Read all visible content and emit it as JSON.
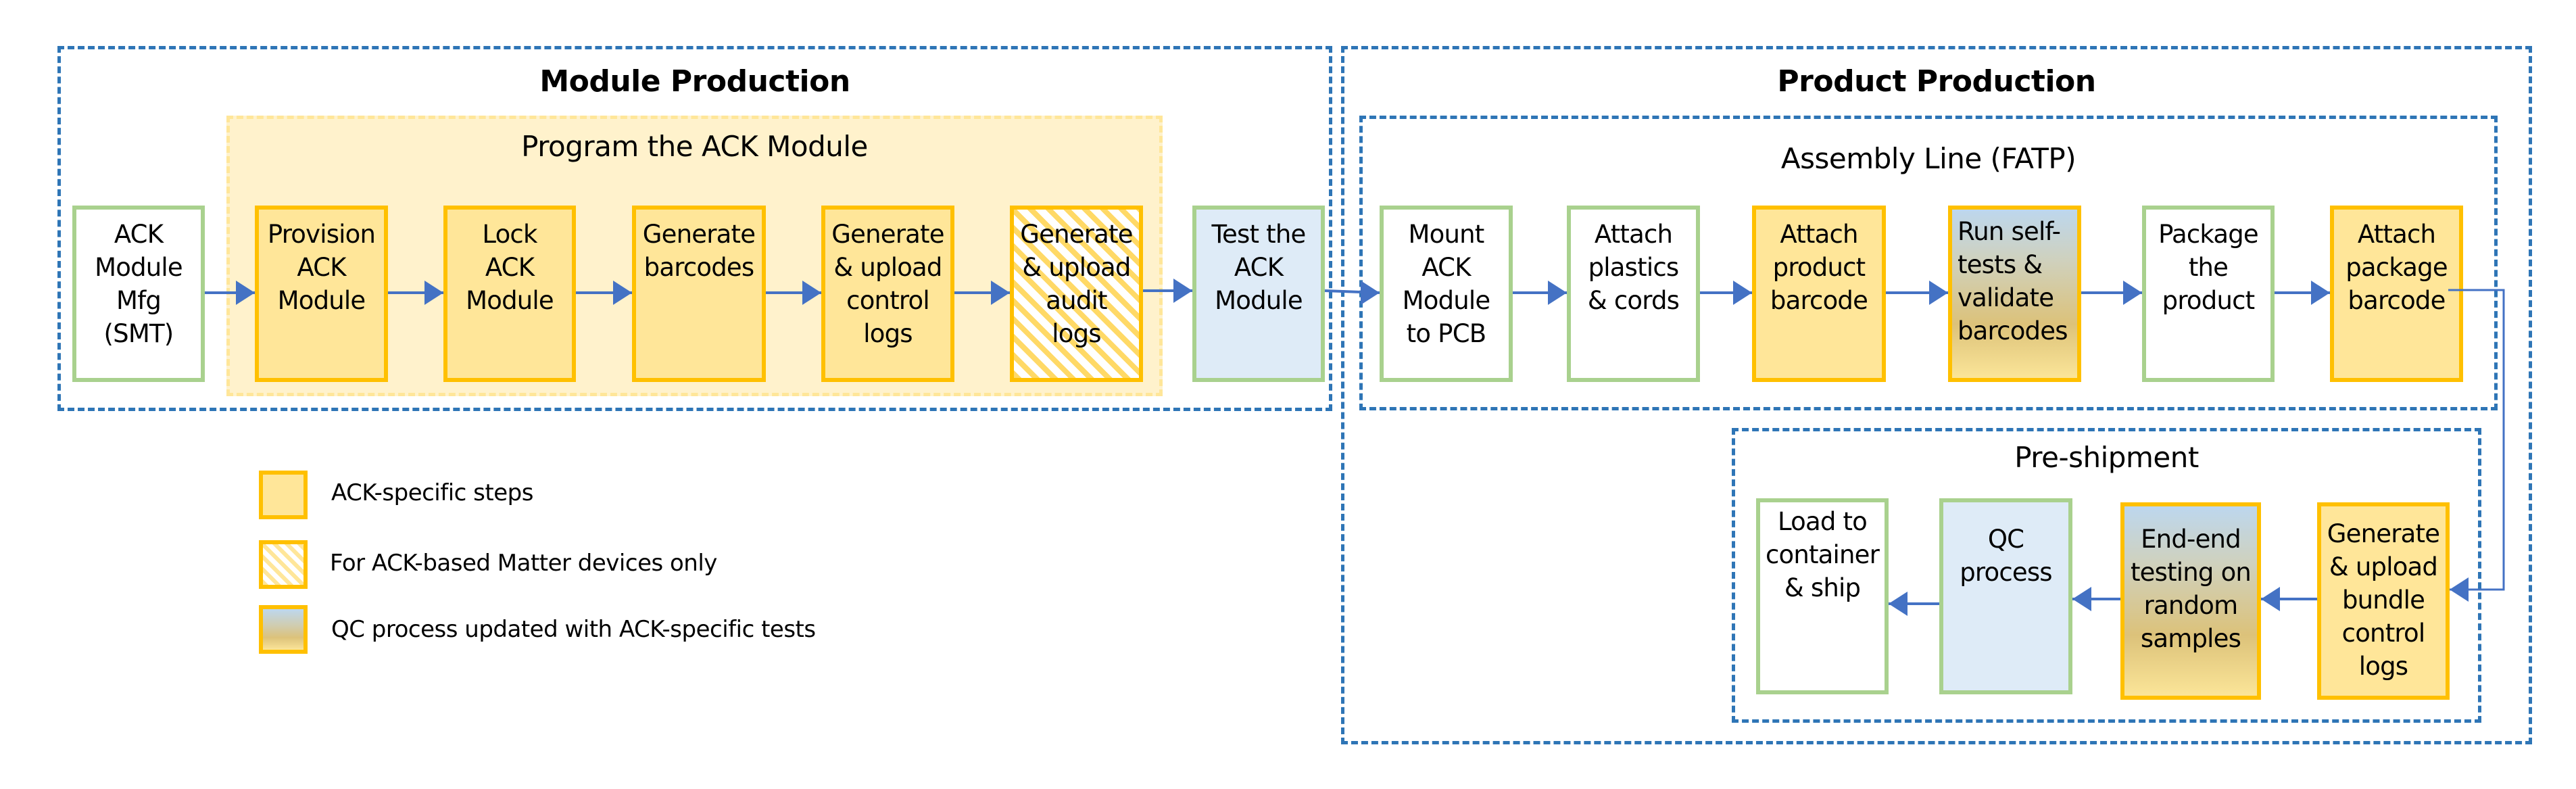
{
  "diagram": {
    "module_production": {
      "title": "Module Production",
      "pre_step": "ACK\nModule\nMfg\n(SMT)",
      "program_group": {
        "title": "Program the ACK Module",
        "steps": [
          "Provision\nACK\nModule",
          "Lock\nACK\nModule",
          "Generate\nbarcodes",
          "Generate\n& upload\ncontrol\nlogs",
          "Generate\n& upload\naudit\nlogs"
        ]
      },
      "post_step": "Test the\nACK\nModule"
    },
    "product_production": {
      "title": "Product Production",
      "assembly_line": {
        "title": "Assembly Line (FATP)",
        "steps": [
          "Mount\nACK\nModule\nto PCB",
          "Attach\nplastics\n& cords",
          "Attach\nproduct\nbarcode",
          "Run self-\ntests &\nvalidate\nbarcodes",
          "Package\nthe\nproduct",
          "Attach\npackage\nbarcode"
        ]
      },
      "pre_shipment": {
        "title": "Pre-shipment",
        "steps": [
          "Load to\ncontainer\n& ship",
          "QC\nprocess",
          "End-end\ntesting on\nrandom\nsamples",
          "Generate\n& upload\nbundle\ncontrol\nlogs"
        ]
      }
    },
    "legend": [
      {
        "style": "ack-specific",
        "label": "ACK-specific steps"
      },
      {
        "style": "matter-only",
        "label": "For ACK-based Matter devices only"
      },
      {
        "style": "qc-updated",
        "label": "QC process updated with ACK-specific tests"
      }
    ],
    "colors": {
      "section_border": "#2e75b6",
      "arrow": "#4472c4",
      "ack_fill": "#ffe699",
      "ack_border": "#ffc000",
      "generic_border": "#a9d18e",
      "test_fill": "#deebf7",
      "program_fill": "#fff2cc"
    }
  }
}
